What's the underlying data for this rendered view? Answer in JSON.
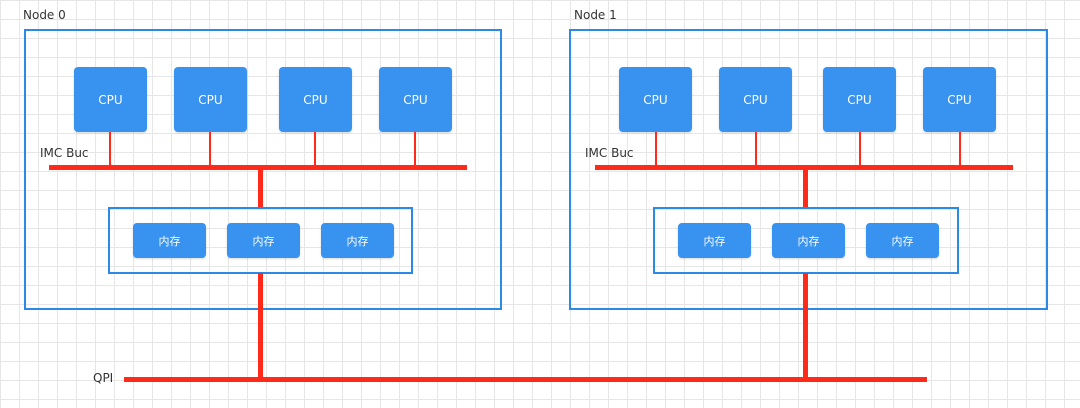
{
  "colors": {
    "node_border": "#2c8ae6",
    "cpu_fill": "#3792f0",
    "memory_fill": "#3792f0",
    "bus": "#ff2a1a",
    "label_text": "#333333"
  },
  "nodes": [
    {
      "label": "Node 0",
      "bus_label": "IMC Buc",
      "cpus": [
        "CPU",
        "CPU",
        "CPU",
        "CPU"
      ],
      "memory": [
        "内存",
        "内存",
        "内存"
      ]
    },
    {
      "label": "Node 1",
      "bus_label": "IMC Buc",
      "cpus": [
        "CPU",
        "CPU",
        "CPU",
        "CPU"
      ],
      "memory": [
        "内存",
        "内存",
        "内存"
      ]
    }
  ],
  "interconnect": {
    "label": "QPI"
  }
}
